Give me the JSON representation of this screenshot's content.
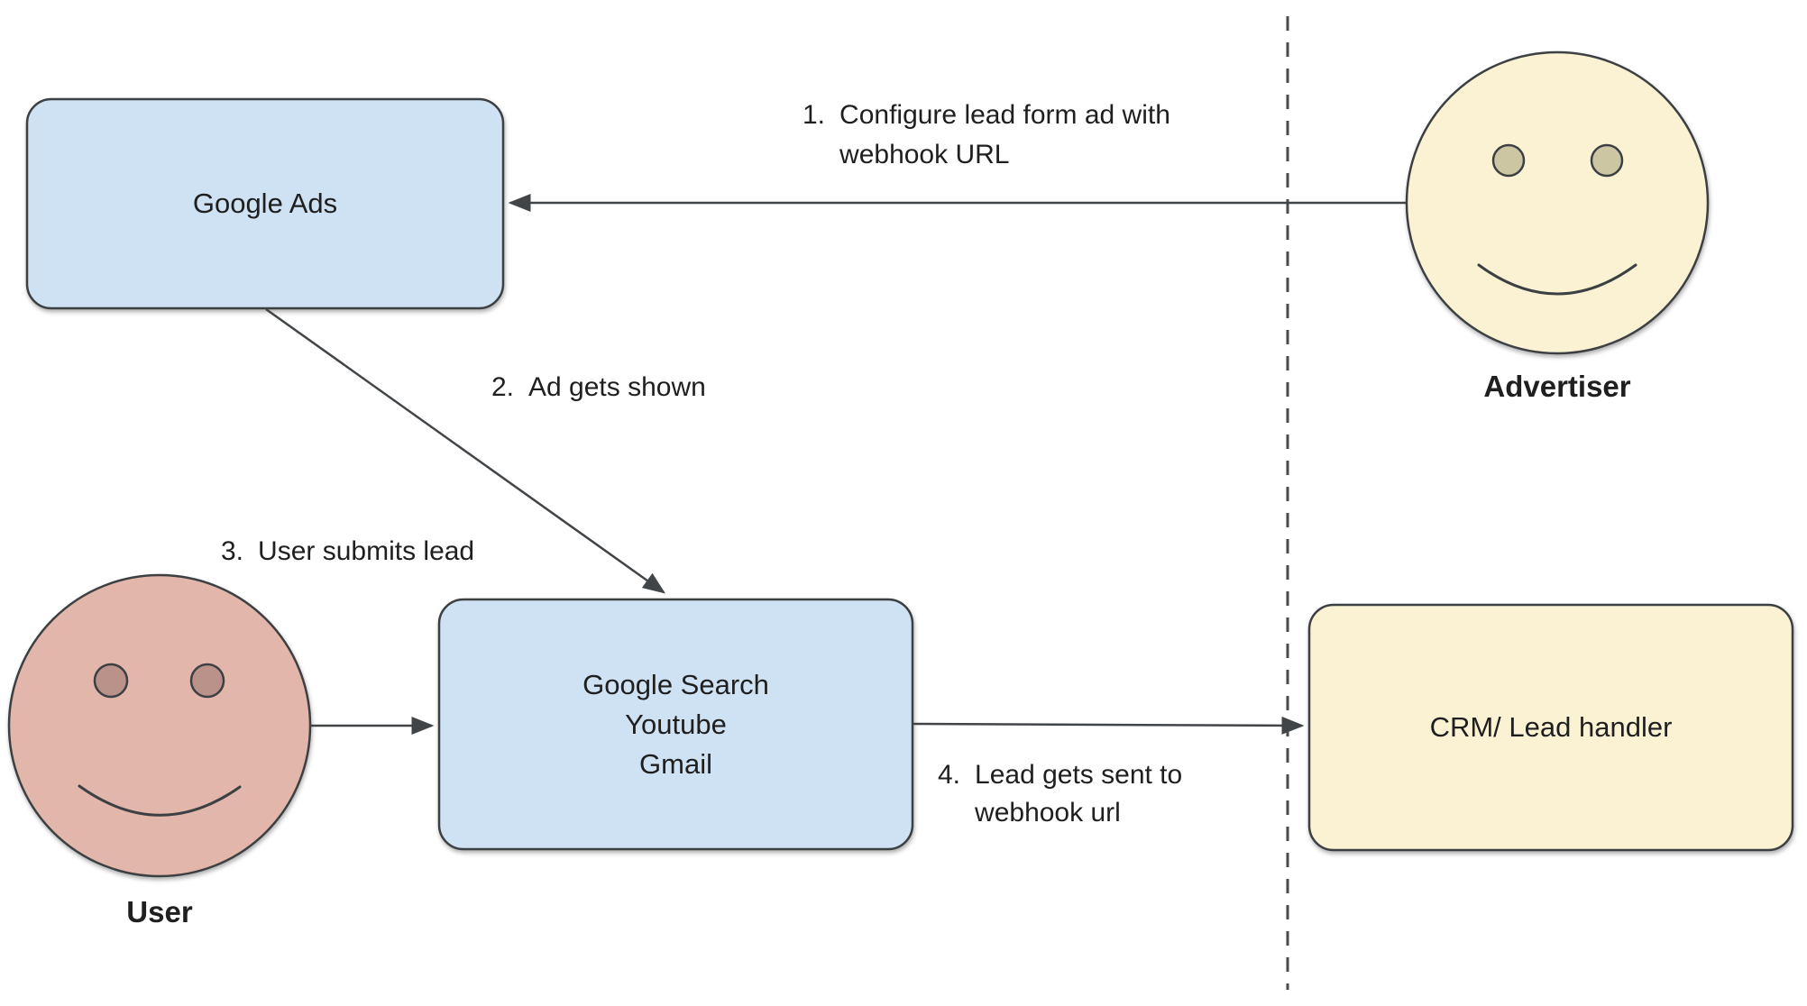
{
  "colors": {
    "box_blue": "#cfe2f3",
    "box_cream": "#fbf2d4",
    "face_advertiser": "#fbf2d4",
    "face_user": "#e2b6ab",
    "eye_advertiser": "#cdc6a3",
    "eye_user": "#bb9289",
    "stroke": "#3d4043",
    "text": "#1f1f1f"
  },
  "nodes": {
    "google_ads": {
      "label": "Google Ads"
    },
    "google_surfaces": {
      "lines": [
        "Google Search",
        "Youtube",
        "Gmail"
      ]
    },
    "crm": {
      "label": "CRM/ Lead handler"
    }
  },
  "actors": {
    "advertiser": {
      "label": "Advertiser"
    },
    "user": {
      "label": "User"
    }
  },
  "steps": [
    {
      "num": "1.",
      "line1": "Configure lead form ad with",
      "line2": "webhook URL"
    },
    {
      "num": "2.",
      "line1": "Ad gets shown",
      "line2": ""
    },
    {
      "num": "3.",
      "line1": "User submits lead",
      "line2": ""
    },
    {
      "num": "4.",
      "line1": "Lead gets sent to",
      "line2": "webhook url"
    }
  ]
}
